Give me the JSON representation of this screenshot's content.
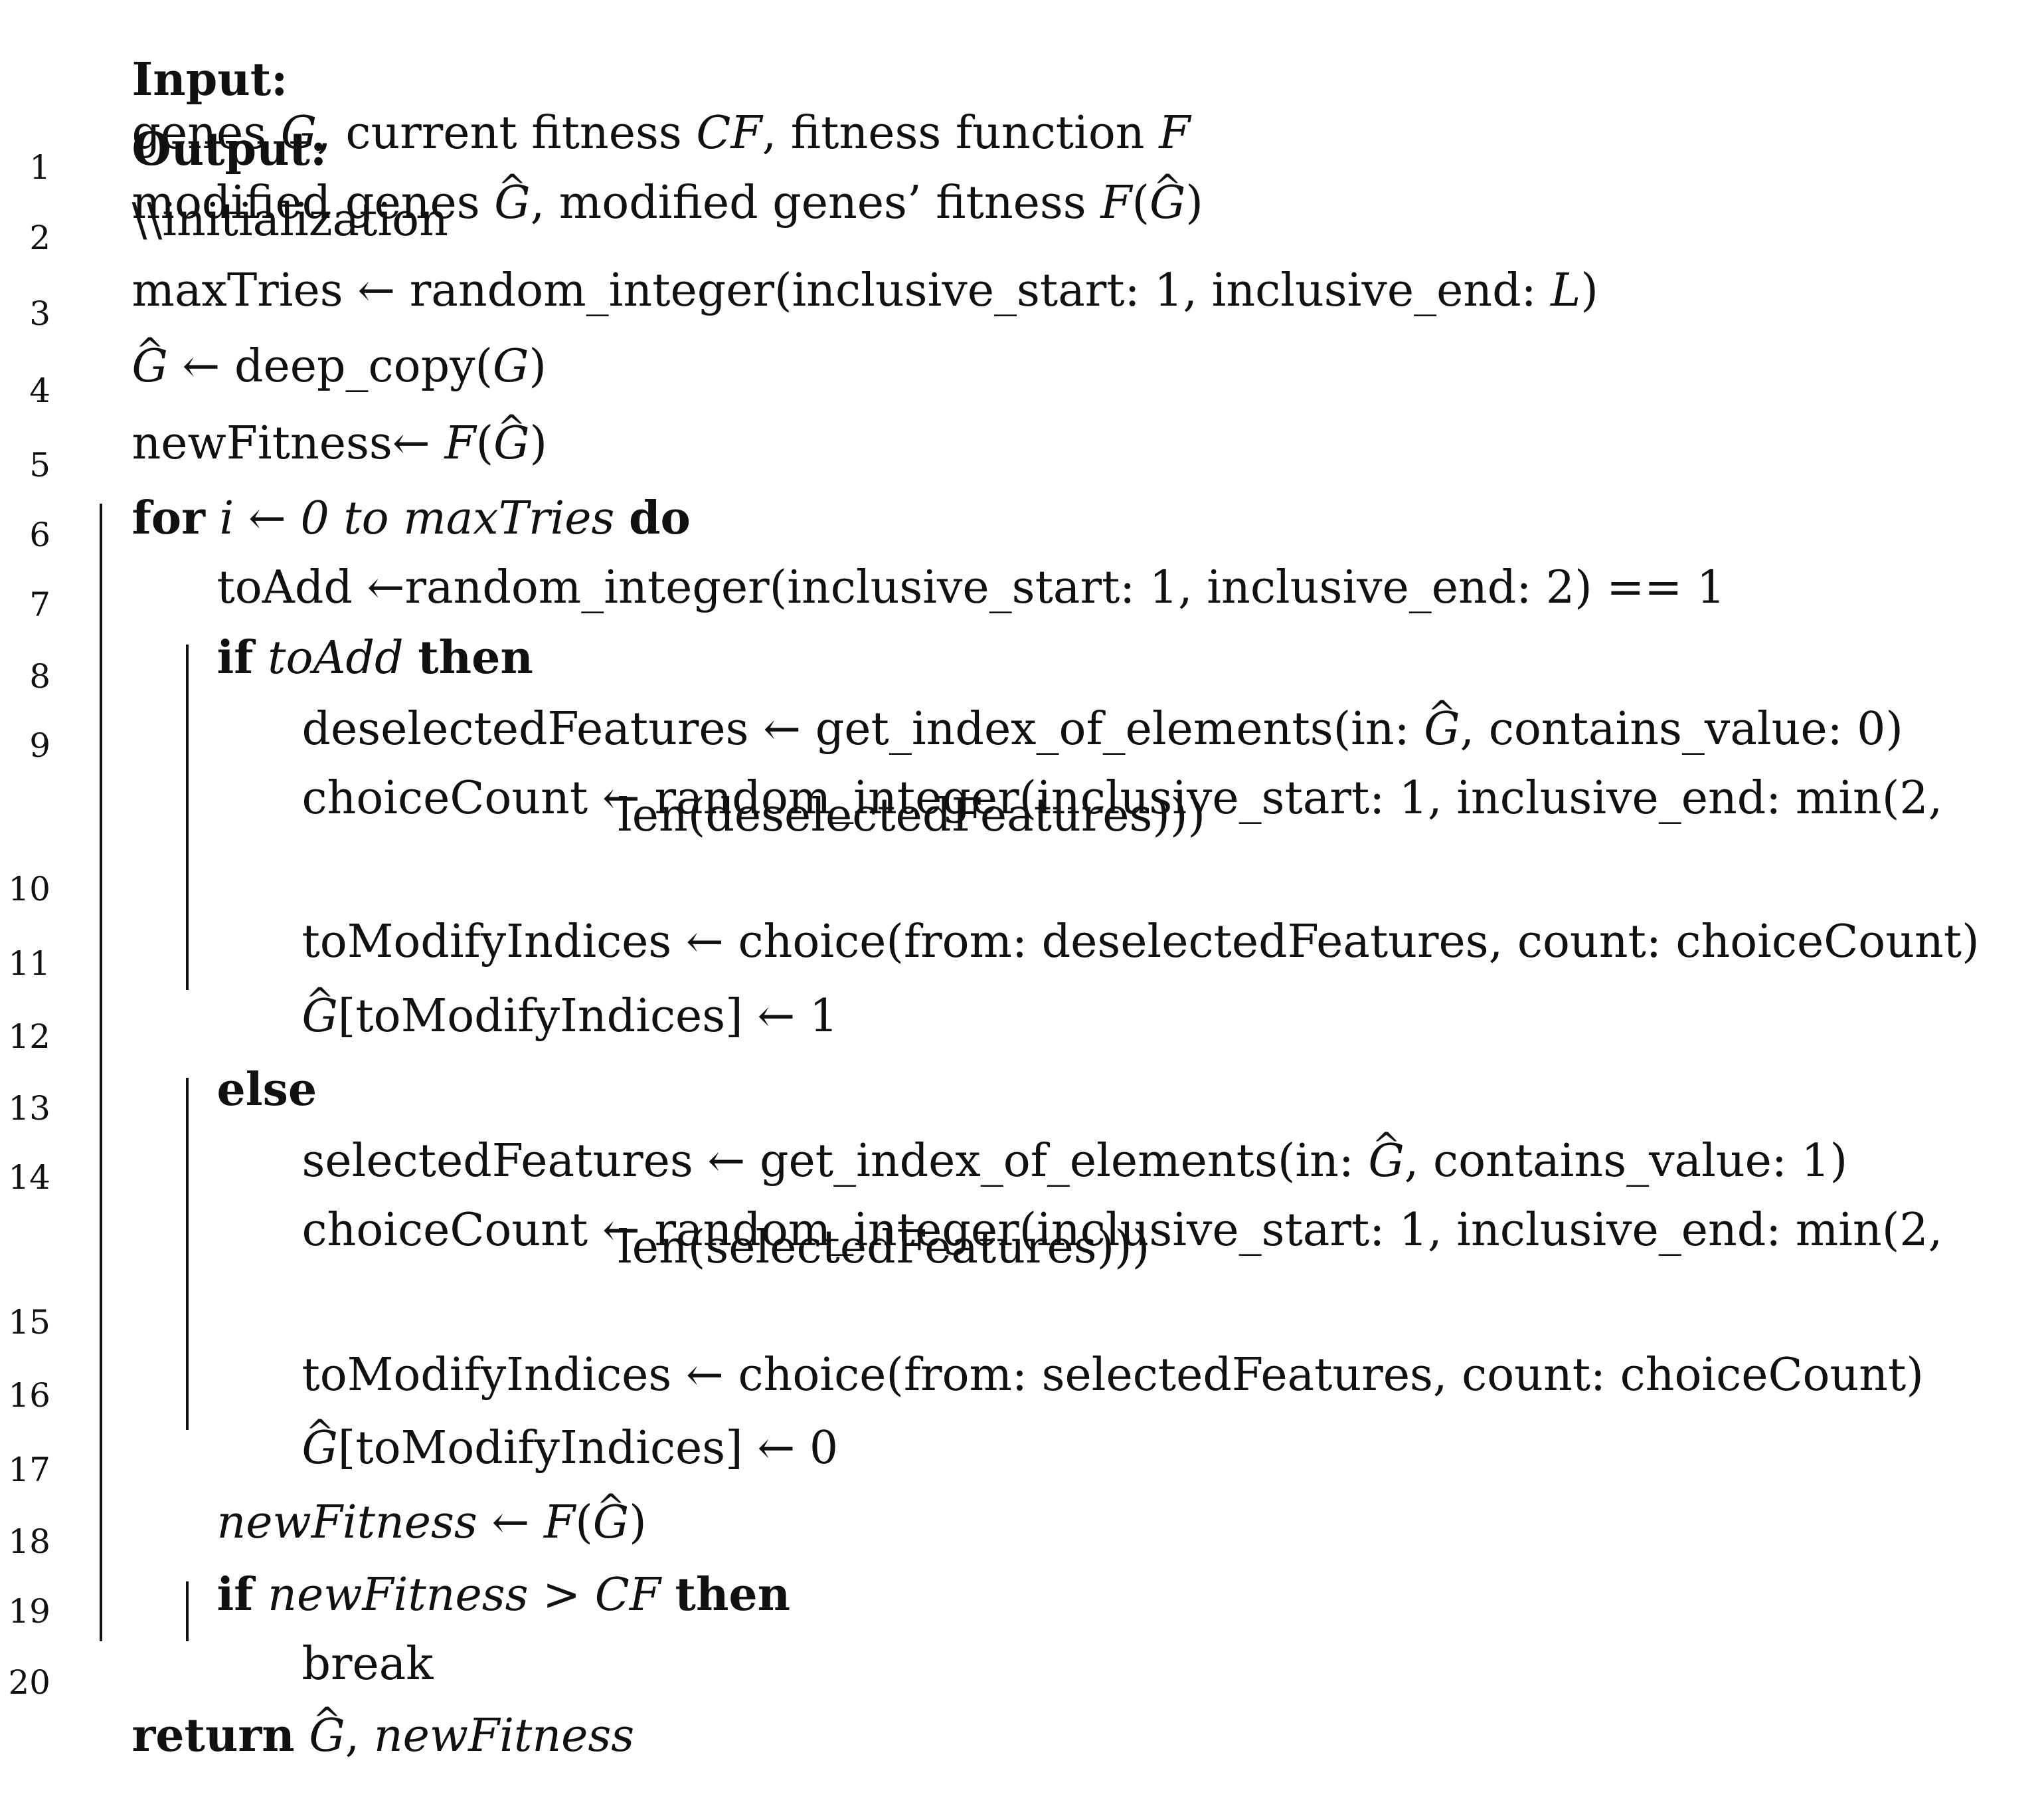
{
  "header": {
    "input_label": "Input:",
    "input_text_before": "genes ",
    "input_G": "G",
    "input_text_mid1": ", current fitness ",
    "input_CF": "CF",
    "input_text_mid2": ", fitness function ",
    "input_F": "F",
    "output_label": "Output:",
    "output_text_before": "modified genes ",
    "output_Ghat": "G",
    "output_text_mid": ", modified genes’ fitness ",
    "output_F": "F",
    "output_lparen": "(",
    "output_Ghat2": "G",
    "output_rparen": ")"
  },
  "lines": [
    {
      "no": "1",
      "text": "\\\\initialization"
    },
    {
      "no": "2",
      "before": "maxTries ← random_integer(inclusive_start: 1, inclusive_end: ",
      "var": "L",
      "after": ")"
    },
    {
      "no": "3",
      "hat": "G",
      "after": " ← deep_copy(",
      "var": "G",
      "end": ")"
    },
    {
      "no": "4",
      "before": "newFitness← ",
      "F": "F",
      "lp": "(",
      "hat": "G",
      "rp": ")"
    },
    {
      "no": "5",
      "kw": "for",
      "cond": " i ← 0 to maxTries ",
      "kw2": "do"
    },
    {
      "no": "6",
      "text": "toAdd ←random_integer(inclusive_start: 1, inclusive_end: 2) == 1"
    },
    {
      "no": "7",
      "kw": "if",
      "cond": " toAdd ",
      "kw2": "then"
    },
    {
      "no": "8",
      "before": "deselectedFeatures ← get_index_of_elements(in: ",
      "hat": "G",
      "after": ", contains_value: 0)"
    },
    {
      "no": "9",
      "text": "choiceCount ← random_integer(inclusive_start: 1, inclusive_end: min(2,",
      "cont": "len(deselectedFeatures)))"
    },
    {
      "no": "10",
      "text": "toModifyIndices ← choice(from: deselectedFeatures, count: choiceCount)"
    },
    {
      "no": "11",
      "hat": "G",
      "after": "[toModifyIndices] ← 1"
    },
    {
      "no": "12",
      "kw": "else"
    },
    {
      "no": "13",
      "before": "selectedFeatures ← get_index_of_elements(in: ",
      "hat": "G",
      "after": ", contains_value: 1)"
    },
    {
      "no": "14",
      "text": "choiceCount ← random_integer(inclusive_start: 1, inclusive_end: min(2,",
      "cont": "len(selectedFeatures)))"
    },
    {
      "no": "15",
      "text": "toModifyIndices ← choice(from: selectedFeatures, count: choiceCount)"
    },
    {
      "no": "16",
      "hat": "G",
      "after": "[toModifyIndices] ← 0"
    },
    {
      "no": "17",
      "var": "newFitness",
      "mid": " ← ",
      "F": "F",
      "lp": "(",
      "hat": "G",
      "rp": ")"
    },
    {
      "no": "18",
      "kw": "if",
      "cond": " newFitness > CF ",
      "kw2": "then"
    },
    {
      "no": "19",
      "text": "break"
    },
    {
      "no": "20",
      "kw": "return",
      "sp": " ",
      "hat": "G",
      "comma": ", ",
      "var": "newFitness"
    }
  ]
}
